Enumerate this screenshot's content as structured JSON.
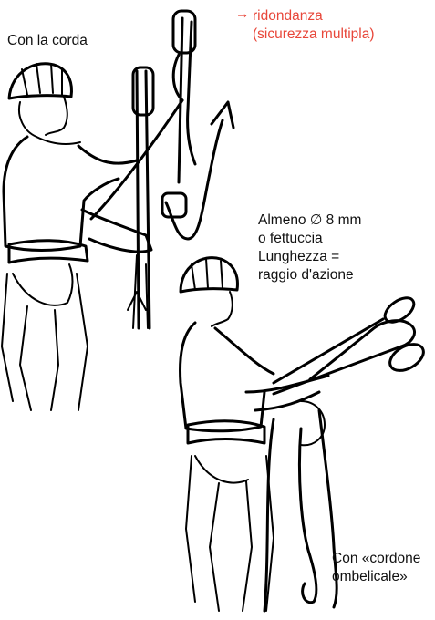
{
  "labels": {
    "rope": "Con la corda",
    "redundancy_line1": "ridondanza",
    "redundancy_line2": "(sicurezza multipla)",
    "arrow": "→",
    "minimum_line1": "Almeno ∅ 8 mm",
    "minimum_line2": "o fettuccia",
    "minimum_line3": "Lunghezza =",
    "minimum_line4": "raggio d'azione",
    "lanyard_line1": "Con «cordone",
    "lanyard_line2": "ombelicale»"
  },
  "colors": {
    "accent_red": "#e8473a",
    "text": "#111111",
    "ink": "#000000"
  }
}
